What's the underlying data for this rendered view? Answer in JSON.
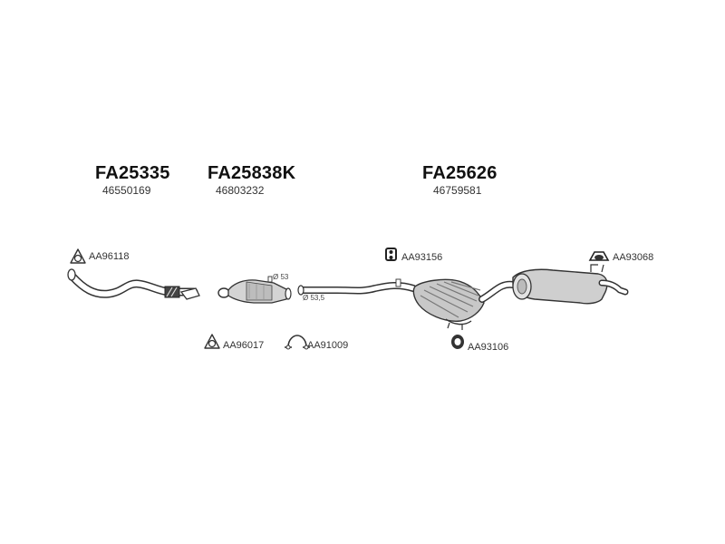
{
  "parts": [
    {
      "code": "FA25335",
      "number": "46550169"
    },
    {
      "code": "FA25838K",
      "number": "46803232"
    },
    {
      "code": "FA25626",
      "number": "46759581"
    }
  ],
  "accessories": [
    {
      "code": "AA96118",
      "icon": "gasket-icon"
    },
    {
      "code": "AA93156",
      "icon": "rubber-hanger-icon"
    },
    {
      "code": "AA93068",
      "icon": "bracket-hanger-icon"
    },
    {
      "code": "AA96017",
      "icon": "gasket-icon"
    },
    {
      "code": "AA91009",
      "icon": "clamp-icon"
    },
    {
      "code": "AA93106",
      "icon": "rubber-ring-icon"
    }
  ],
  "dimensions": [
    "Ø 53",
    "Ø 53,5"
  ],
  "colors": {
    "line": "#333333",
    "fill": "#cfcfcf",
    "dark": "#555555"
  }
}
